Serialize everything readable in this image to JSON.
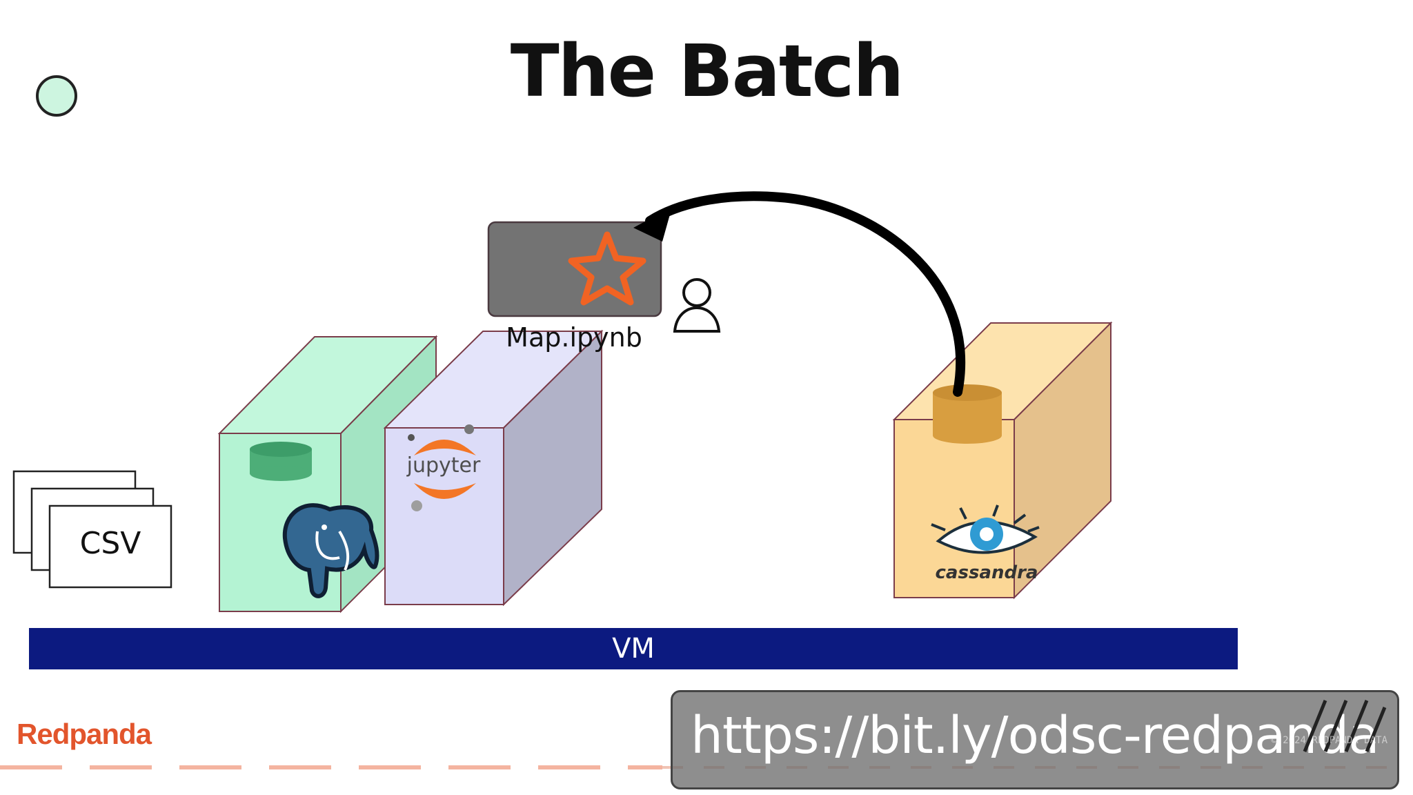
{
  "title": "The Batch",
  "notebook": {
    "label": "Map.ipynb"
  },
  "csv": {
    "label": "CSV"
  },
  "jupyter": {
    "label": "jupyter"
  },
  "cassandra": {
    "label": "cassandra"
  },
  "vm": {
    "label": "VM"
  },
  "brand": {
    "name": "Redpanda"
  },
  "link": {
    "url": "https://bit.ly/odsc-redpanda",
    "copyright": "© 2024 REDPANDA DATA"
  }
}
